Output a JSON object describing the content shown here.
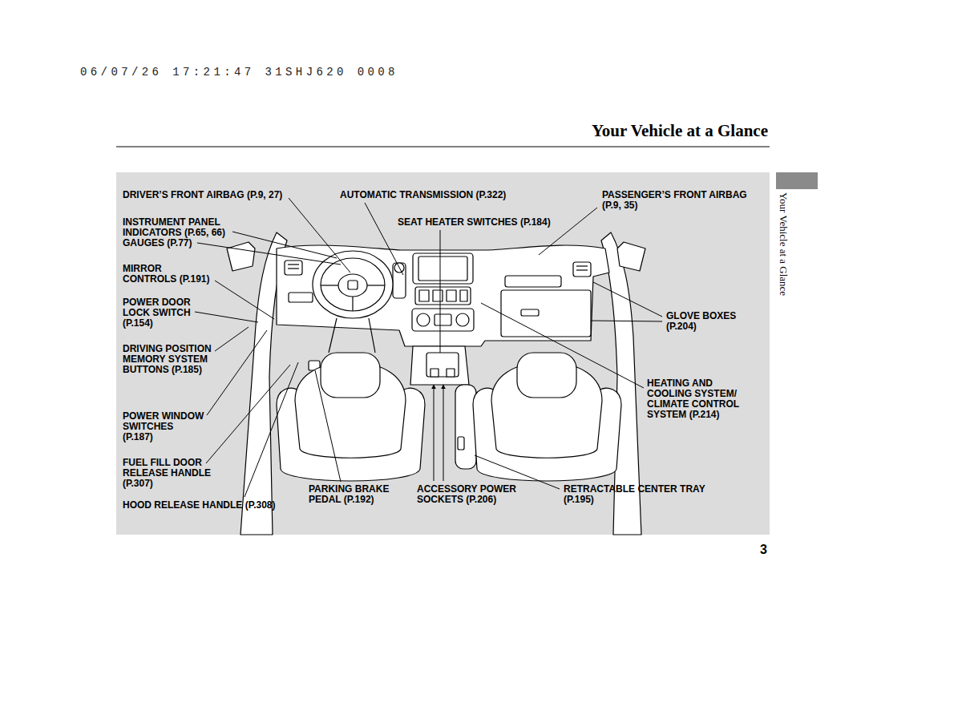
{
  "diagram": {
    "title": "Your Vehicle at a Glance",
    "labels": [
      "06/07/26 17:21:47 31SHJ620 0008",
      "Your Vehicle at a Glance",
      "DRIVER’S FRONT AIRBAG (P.9, 27)",
      "AUTOMATIC TRANSMISSION (P.322)",
      "PASSENGER’S FRONT AIRBAG (P.9, 35)",
      "INSTRUMENT PANEL INDICATORS (P.65, 66)",
      "GAUGES (P.77)",
      "SEAT HEATER SWITCHES (P.184)",
      "MIRROR CONTROLS (P.191)",
      "POWER DOOR LOCK SWITCH (P.154)",
      "GLOVE BOXES (P.204)",
      "DRIVING POSITION MEMORY SYSTEM BUTTONS (P.185)",
      "HEATING AND COOLING SYSTEM/ CLIMATE CONTROL SYSTEM (P.214)",
      "POWER WINDOW SWITCHES (P.187)",
      "FUEL FILL DOOR RELEASE HANDLE (P.307)",
      "PARKING BRAKE PEDAL (P.192)",
      "ACCESSORY POWER SOCKETS (P.206)",
      "RETRACTABLE CENTER TRAY (P.195)",
      "HOOD RELEASE HANDLE (P.308)",
      "3"
    ]
  }
}
